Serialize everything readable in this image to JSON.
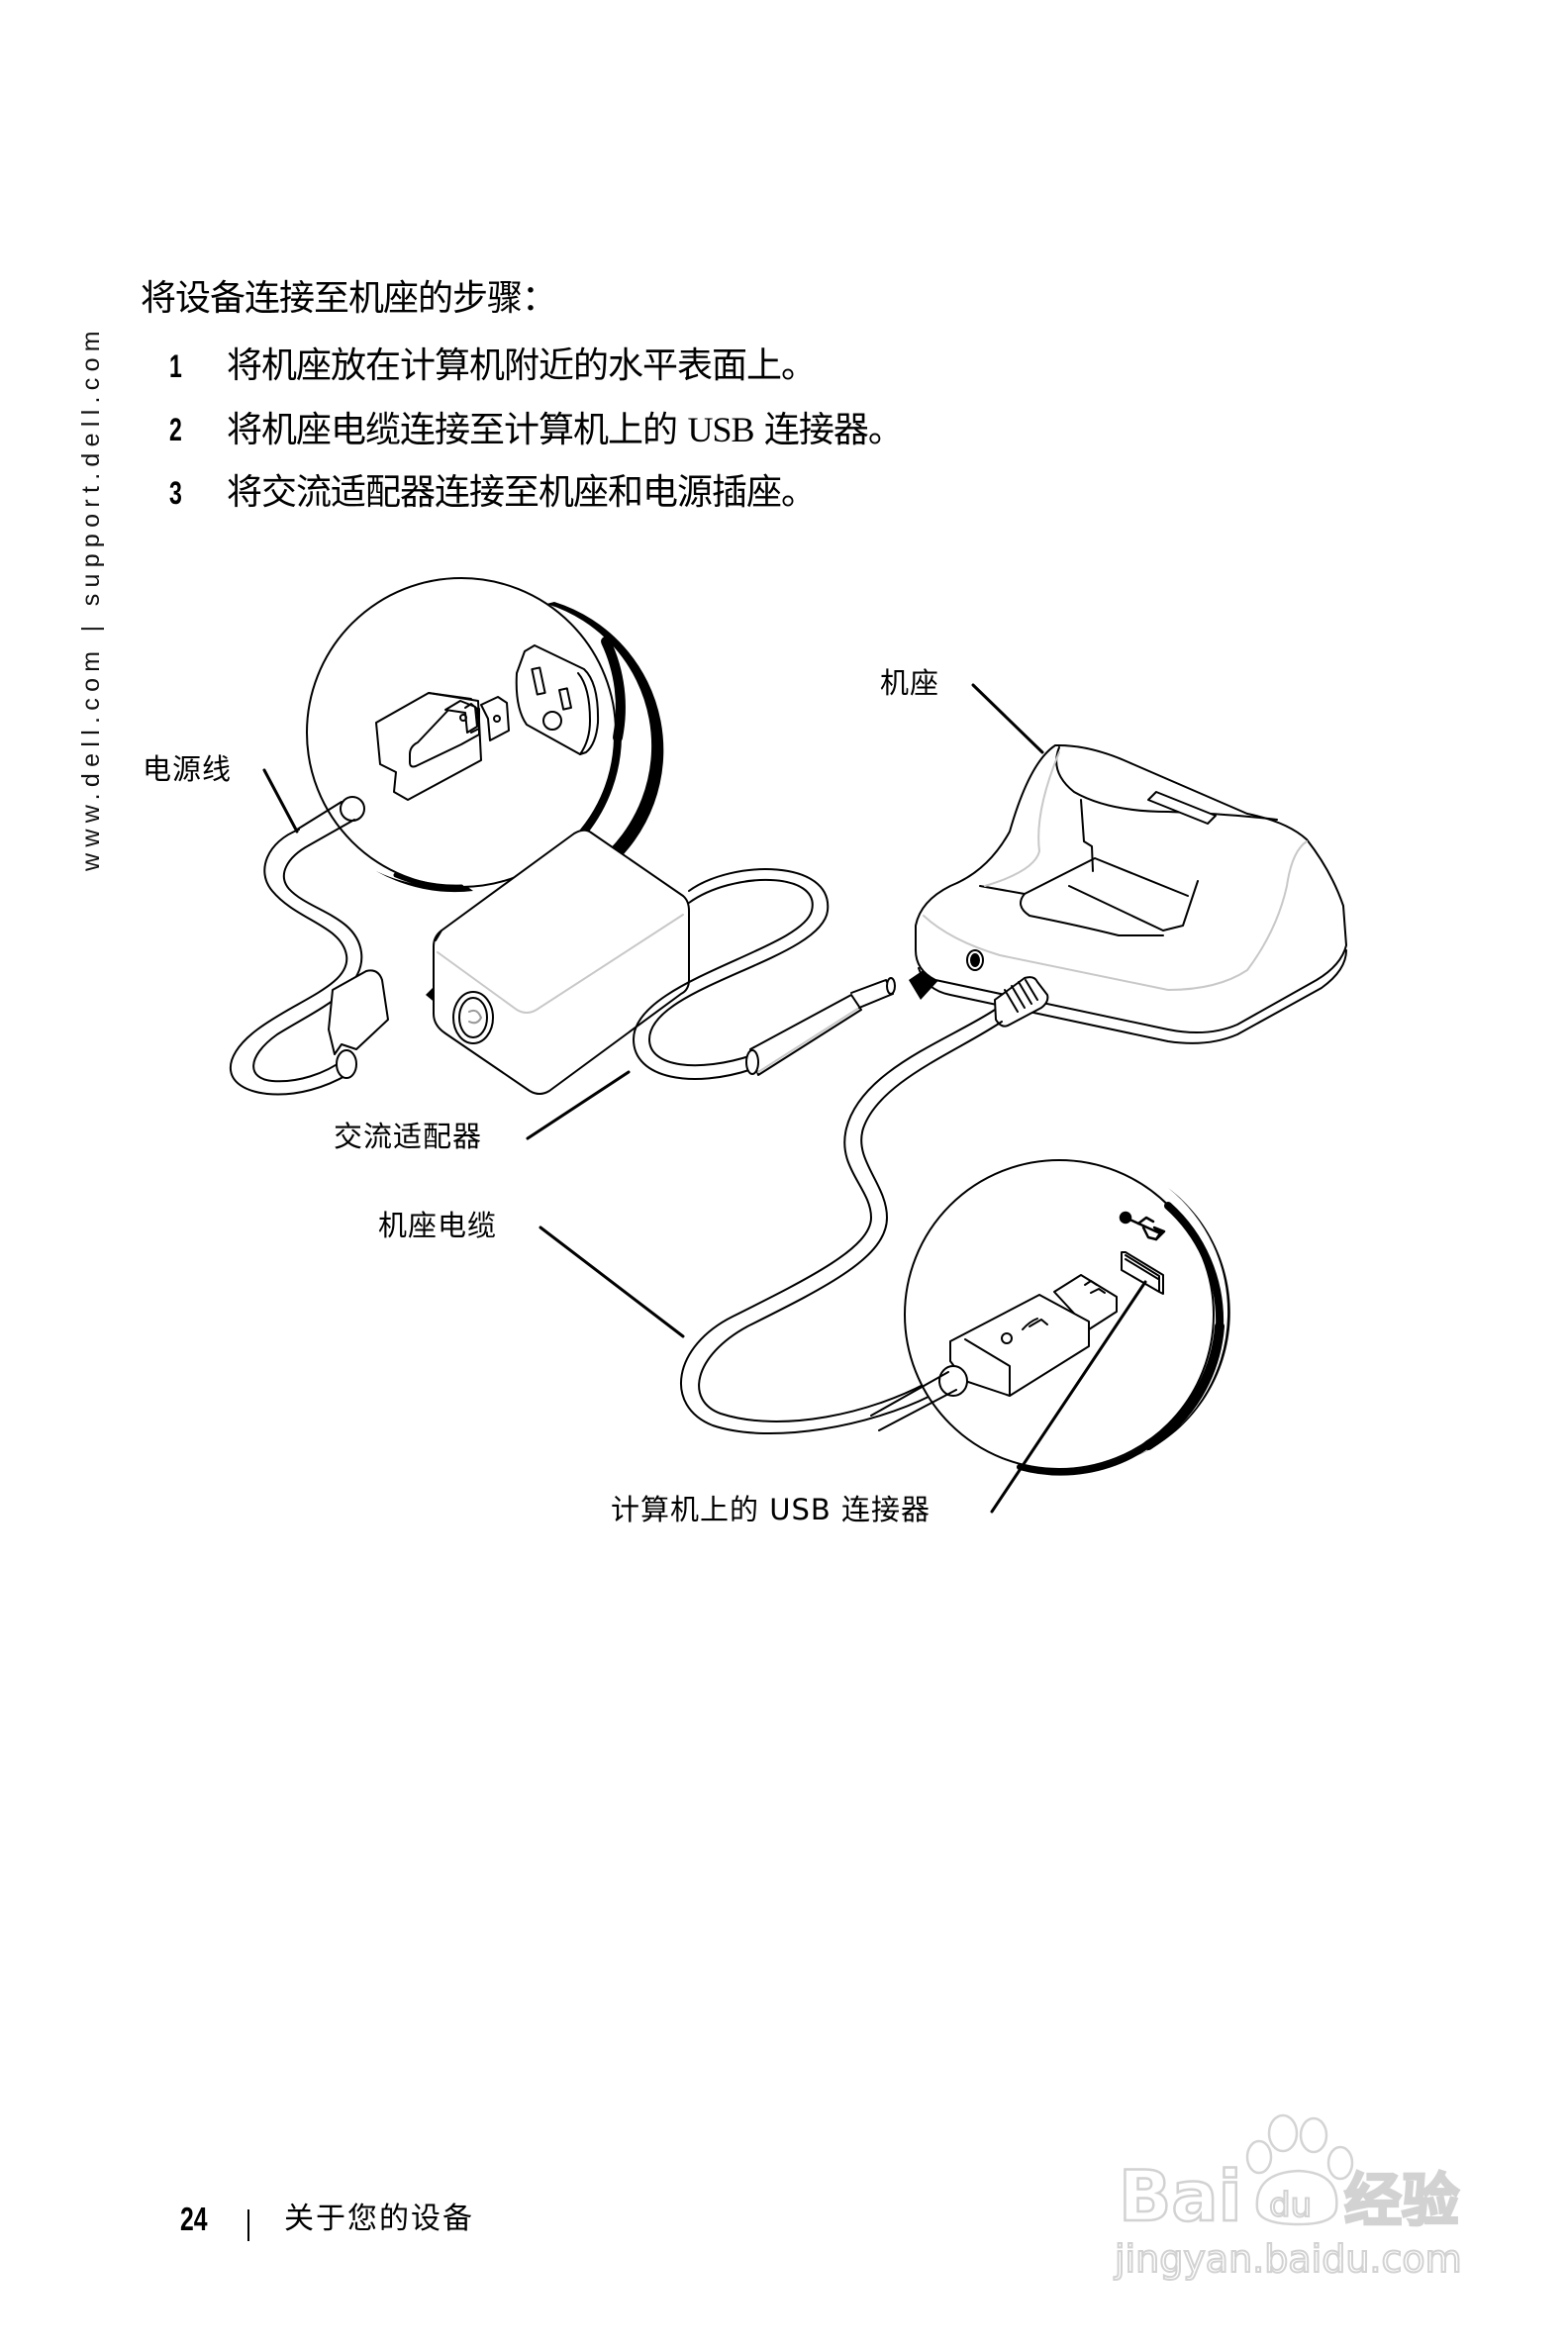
{
  "sidebar": {
    "url_text": "www.dell.com | support.dell.com"
  },
  "content": {
    "intro": "将设备连接至机座的步骤：",
    "steps": [
      {
        "number": "1",
        "text": "将机座放在计算机附近的水平表面上。"
      },
      {
        "number": "2",
        "text_before": "将机座电缆连接至计算机上的 ",
        "text_latin": "USB",
        "text_after": " 连接器。"
      },
      {
        "number": "3",
        "text": "将交流适配器连接至机座和电源插座。"
      }
    ]
  },
  "figure": {
    "callouts": {
      "power_cable": "电源线",
      "dock": "机座",
      "ac_adapter": "交流适配器",
      "dock_cable": "机座电缆",
      "usb_connector": "计算机上的 USB 连接器"
    },
    "icons": [
      "power-outlet-icon",
      "power-plug-icon",
      "usb-symbol-icon",
      "insert-arrow-icon"
    ]
  },
  "footer": {
    "page_number": "24",
    "separator": "|",
    "section_title": "关于您的设备"
  },
  "watermark": {
    "brand": "Bai du 经验",
    "url": "jingyan.baidu.com"
  }
}
